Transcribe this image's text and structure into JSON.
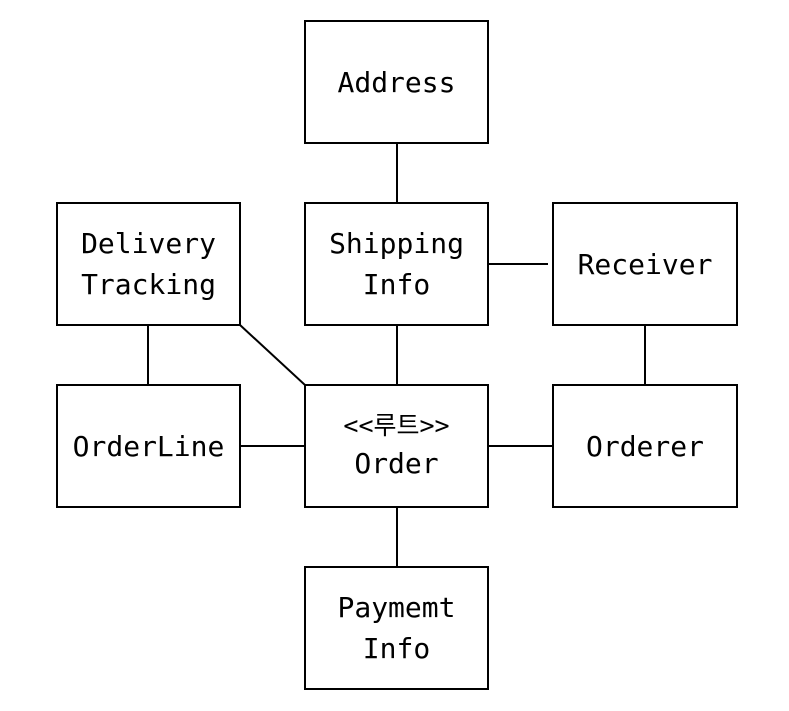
{
  "nodes": {
    "address": {
      "line1": "Address"
    },
    "delivery": {
      "line1": "Delivery",
      "line2": "Tracking"
    },
    "shipping": {
      "line1": "Shipping",
      "line2": "Info"
    },
    "receiver": {
      "line1": "Receiver"
    },
    "orderline": {
      "line1": "OrderLine"
    },
    "order": {
      "stereotype": "<<루트>>",
      "line1": "Order"
    },
    "orderer": {
      "line1": "Orderer"
    },
    "payment": {
      "line1": "Paymemt",
      "line2": "Info"
    }
  },
  "edges": [
    [
      "address",
      "shipping"
    ],
    [
      "shipping",
      "receiver"
    ],
    [
      "shipping",
      "order"
    ],
    [
      "receiver",
      "orderer"
    ],
    [
      "delivery",
      "orderline"
    ],
    [
      "delivery",
      "order"
    ],
    [
      "orderline",
      "order"
    ],
    [
      "order",
      "orderer"
    ],
    [
      "order",
      "payment"
    ]
  ],
  "colors": {
    "stroke": "#000000",
    "background": "#ffffff",
    "text": "#000000"
  }
}
